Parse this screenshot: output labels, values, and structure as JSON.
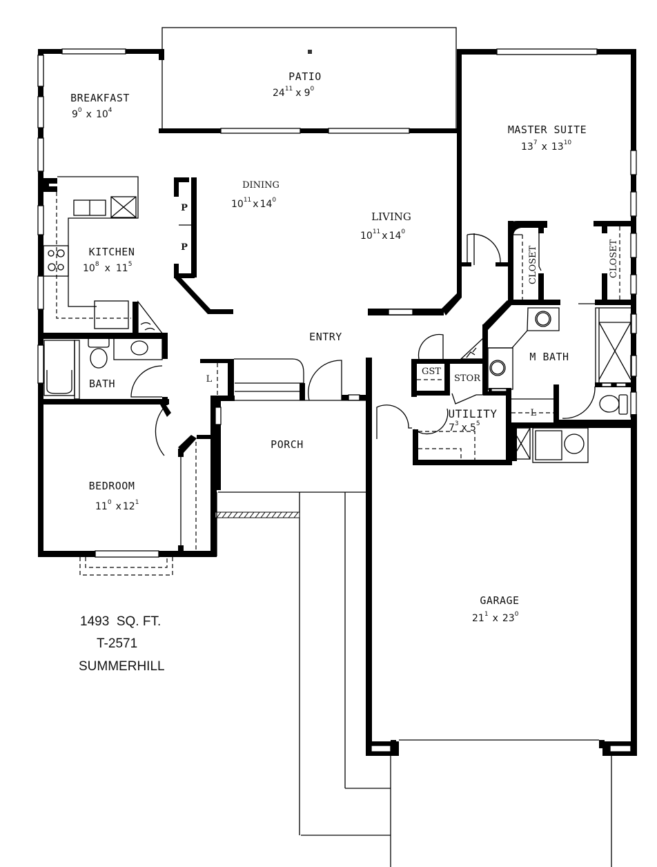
{
  "plan": {
    "square_feet": "1493",
    "sqft_unit": "SQ. FT.",
    "plan_number": "T-2571",
    "plan_name": "SUMMERHILL"
  },
  "rooms": {
    "patio": {
      "label": "PATIO",
      "w": "24",
      "w_in": "11",
      "h": "9",
      "h_in": "0"
    },
    "breakfast": {
      "label": "BREAKFAST",
      "w": "9",
      "w_in": "0",
      "h": "10",
      "h_in": "4"
    },
    "master_suite": {
      "label": "MASTER SUITE",
      "w": "13",
      "w_in": "7",
      "h": "13",
      "h_in": "10"
    },
    "dining": {
      "label": "DINING",
      "w": "10",
      "w_in": "11",
      "h": "14",
      "h_in": "0"
    },
    "living": {
      "label": "LIVING",
      "w": "10",
      "w_in": "11",
      "h": "14",
      "h_in": "0"
    },
    "kitchen": {
      "label": "KITCHEN",
      "w": "10",
      "w_in": "8",
      "h": "11",
      "h_in": "5"
    },
    "entry": {
      "label": "ENTRY"
    },
    "bath": {
      "label": "BATH"
    },
    "master_bath": {
      "label": "M  BATH"
    },
    "porch": {
      "label": "PORCH"
    },
    "utility": {
      "label": "UTILITY",
      "w": "7",
      "w_in": "3",
      "h": "5",
      "h_in": "5"
    },
    "bedroom": {
      "label": "BEDROOM",
      "w": "11",
      "w_in": "0",
      "h": "12",
      "h_in": "1"
    },
    "garage": {
      "label": "GARAGE",
      "w": "21",
      "w_in": "1",
      "h": "23",
      "h_in": "0"
    }
  },
  "fixtures": {
    "pantry_label": "P",
    "closet_label": "CLOSET",
    "linen_label": "L",
    "guest_closet_label": "GST",
    "storage_label": "STOR",
    "dim_separator": "x"
  }
}
